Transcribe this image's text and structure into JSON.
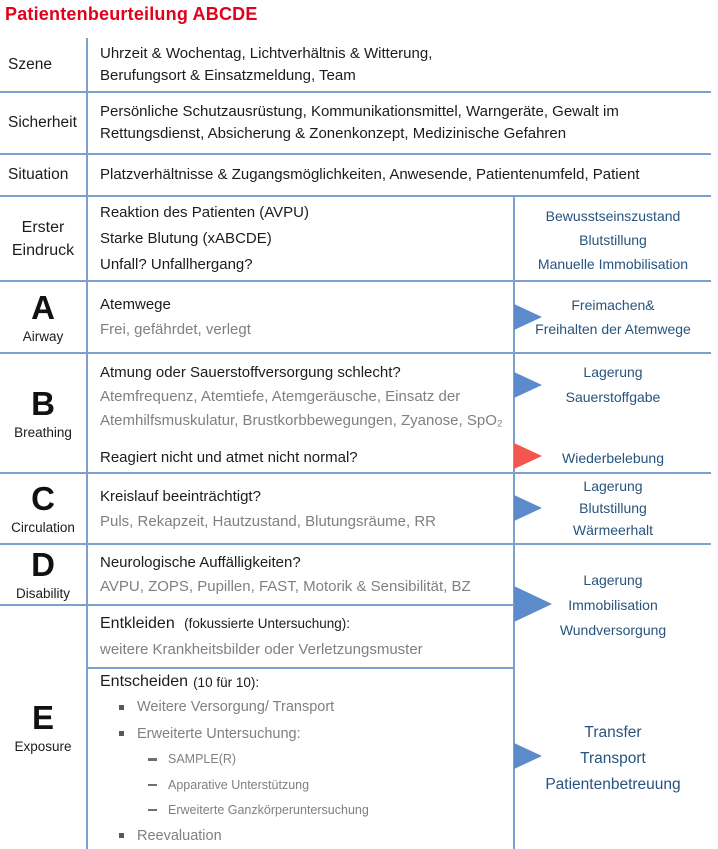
{
  "title": "Patientenbeurteilung ABCDE",
  "colors": {
    "title_red": "#E2001A",
    "grid_line_blue": "#7BA2CE",
    "arrow_blue": "#5C8BCC",
    "arrow_red": "#F4564E",
    "action_text_blue": "#27547E",
    "text_dark": "#1C1C1C",
    "text_gray": "#808080"
  },
  "szene": {
    "label": "Szene",
    "line1": "Uhrzeit & Wochentag, Lichtverhältnis & Witterung,",
    "line2": "Berufungsort & Einsatzmeldung, Team"
  },
  "sicherheit": {
    "label": "Sicherheit",
    "line1": "Persönliche Schutzausrüstung, Kommunikationsmittel, Warngeräte, Gewalt im",
    "line2": "Rettungsdienst, Absicherung & Zonenkonzept, Medizinische Gefahren"
  },
  "situation": {
    "label": "Situation",
    "line1": "Platzverhältnisse & Zugangsmöglichkeiten, Anwesende, Patientenumfeld, Patient"
  },
  "erster_eindruck": {
    "label1": "Erster",
    "label2": "Eindruck",
    "line1": "Reaktion des Patienten (AVPU)",
    "line2": "Starke Blutung (xABCDE)",
    "line3": "Unfall? Unfallhergang?",
    "action1": "Bewusstseinszustand",
    "action2": "Blutstillung",
    "action3": "Manuelle Immobilisation"
  },
  "a": {
    "letter": "A",
    "name": "Airway",
    "q": "Atemwege",
    "detail": "Frei, gefährdet, verlegt",
    "action1": "Freimachen&",
    "action2": "Freihalten der Atemwege"
  },
  "b": {
    "letter": "B",
    "name": "Breathing",
    "q1": "Atmung oder Sauerstoffversorgung schlecht?",
    "detail1": "Atemfrequenz, Atemtiefe, Atemgeräusche, Einsatz der",
    "detail2": "Atemhilfsmuskulatur,  Brustkorbbewegungen, Zyanose, SpO₂",
    "q2": "Reagiert nicht und atmet nicht normal?",
    "action1a": "Lagerung",
    "action1b": "Sauerstoffgabe",
    "action2": "Wiederbelebung"
  },
  "c": {
    "letter": "C",
    "name": "Circulation",
    "q": "Kreislauf beeinträchtigt?",
    "detail": "Puls, Rekapzeit, Hautzustand, Blutungsräume, RR",
    "action1": "Lagerung",
    "action2": "Blutstillung",
    "action3": "Wärmeerhalt"
  },
  "d": {
    "letter": "D",
    "name": "Disability",
    "q": "Neurologische Auffälligkeiten?",
    "detail": "AVPU, ZOPS, Pupillen, FAST, Motorik & Sensibilität, BZ",
    "action1": "Lagerung",
    "action2": "Immobilisation",
    "action3": "Wundversorgung"
  },
  "entkleiden": {
    "head": "Entkleiden",
    "head_note": "(fokussierte Untersuchung):",
    "detail": "weitere Krankheitsbilder oder Verletzungsmuster"
  },
  "e": {
    "letter": "E",
    "name": "Exposure",
    "head": "Entscheiden",
    "head_note": "(10 für 10):",
    "bullet1": "Weitere Versorgung/ Transport",
    "bullet2": "Erweiterte Untersuchung:",
    "sub1": "SAMPLE(R)",
    "sub2": "Apparative Unterstützung",
    "sub3": "Erweiterte Ganzkörperuntersuchung",
    "bullet3": "Reevaluation",
    "action1": "Transfer",
    "action2": "Transport",
    "action3": "Patientenbetreuung"
  }
}
